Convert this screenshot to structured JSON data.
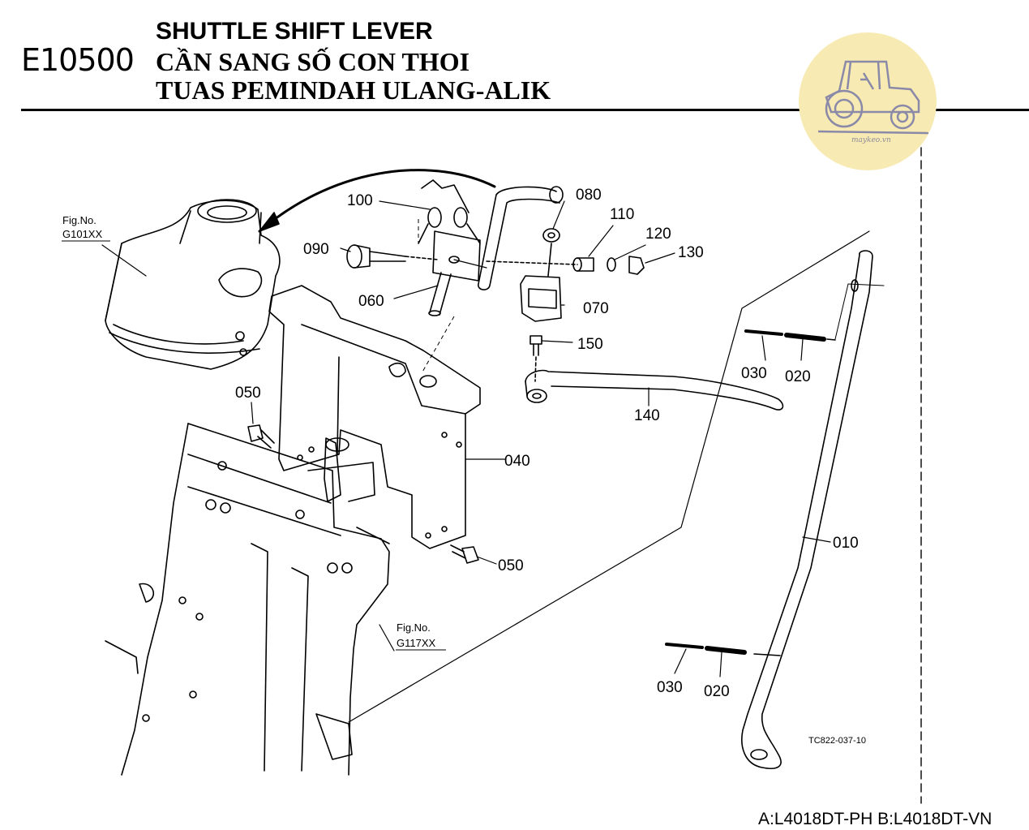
{
  "header": {
    "code": "E10500",
    "title_en": "SHUTTLE SHIFT LEVER",
    "title_vi": "CẦN SANG SỐ CON THOI",
    "title_ms": "TUAS PEMINDAH ULANG-ALIK"
  },
  "logo": {
    "icon": "tractor-icon",
    "caption": "maykeo.vn"
  },
  "parts": {
    "p010": "010",
    "p020a": "020",
    "p020b": "020",
    "p030a": "030",
    "p030b": "030",
    "p040": "040",
    "p050a": "050",
    "p050b": "050",
    "p060": "060",
    "p070": "070",
    "p080": "080",
    "p090": "090",
    "p100": "100",
    "p110": "110",
    "p120": "120",
    "p130": "130",
    "p140": "140",
    "p150": "150"
  },
  "figrefs": {
    "g101_label": "Fig.No.",
    "g101_value": "G101XX",
    "g117_label": "Fig.No.",
    "g117_value": "G117XX"
  },
  "drawing_ref": "TC822-037-10",
  "models": "A:L4018DT-PH B:L4018DT-VN"
}
